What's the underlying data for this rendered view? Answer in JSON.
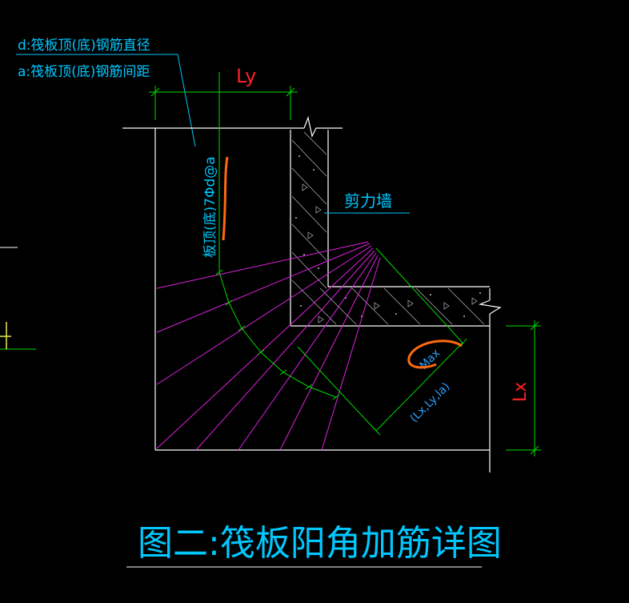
{
  "legend": {
    "line1": "d:筏板顶(底)钢筋直径",
    "line2": "a:筏板顶(底)钢筋间距"
  },
  "dimensions": {
    "ly_label": "Ly",
    "lx_label": "Lx"
  },
  "labels": {
    "wall": "剪力墙",
    "rebar_spec": "板顶(底)7Φd@a",
    "max_text": "Max",
    "max_args": "(Lx,Ly,la)"
  },
  "title": "图二:筏板阳角加筋详图",
  "colors": {
    "white": "#ffffff",
    "cyan": "#00c8ff",
    "green": "#00dd00",
    "magenta": "#e020e0",
    "red": "#ff2020",
    "orange": "#ff6a10",
    "blue": "#2a9fff"
  }
}
